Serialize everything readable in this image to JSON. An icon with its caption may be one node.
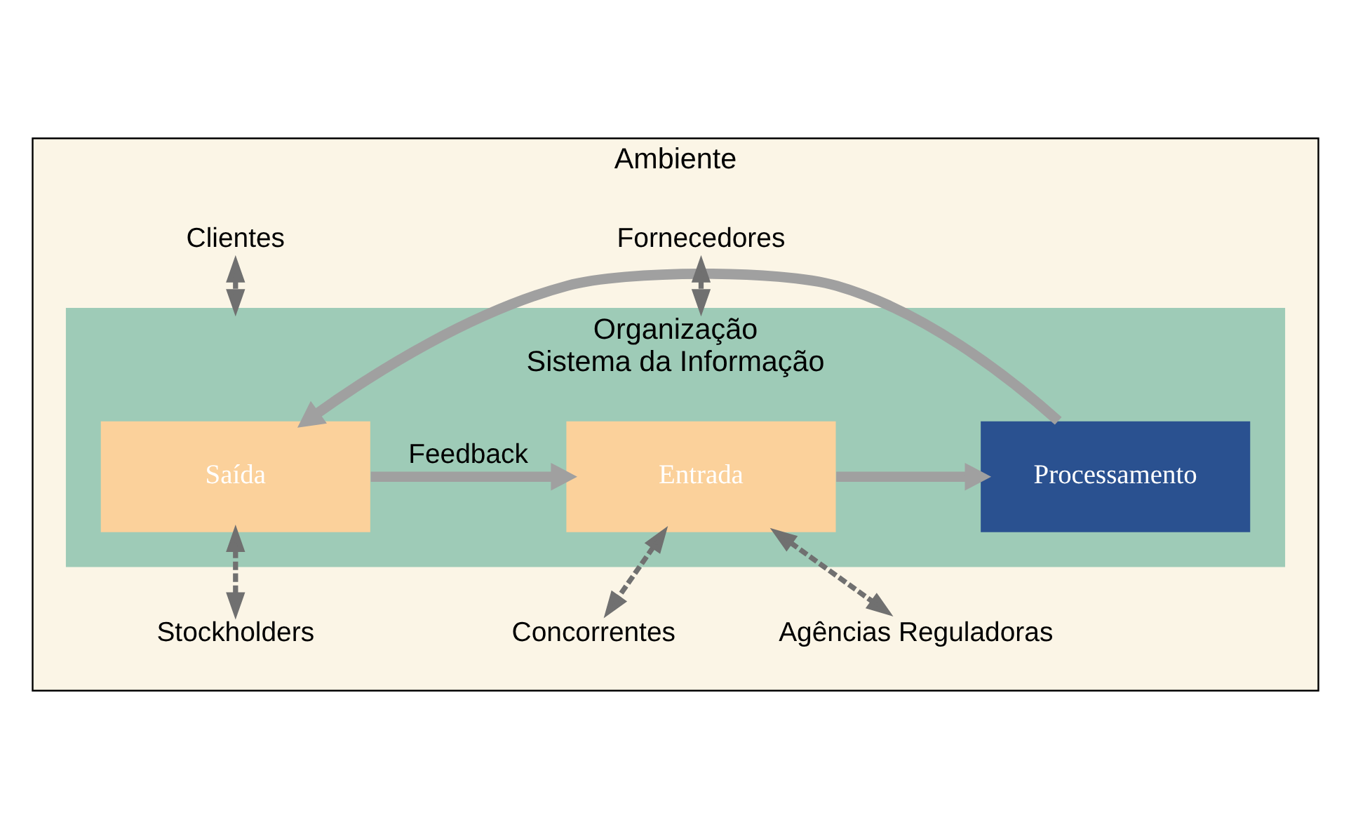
{
  "diagram": {
    "nodes": [
      {
        "text": [
          "Ambiente"
        ]
      },
      {
        "text": [
          "Organização",
          "Sistema da Informação"
        ],
        "in": 0
      },
      {
        "text": [
          "Entrada"
        ],
        "in": 1
      },
      {
        "text": [
          "Processamento"
        ],
        "in": 1
      },
      {
        "text": [
          "Saída"
        ],
        "in": 1
      },
      {
        "text": [
          "Fornecedores"
        ],
        "in": 0
      },
      {
        "text": [
          "Clientes"
        ],
        "in": 0
      },
      {
        "text": [
          "Agências Reguladoras"
        ],
        "in": 0
      },
      {
        "text": [
          "Stockholders"
        ],
        "in": 0
      },
      {
        "text": [
          "Concorrentes"
        ],
        "in": 0
      }
    ],
    "edges": [
      {
        "from": 2,
        "to": 3,
        "arrow": "to",
        "style": "thick",
        "color": "#a0a0a0"
      },
      {
        "from": 3,
        "to": 4,
        "arrow": "to",
        "style": "thick",
        "color": "#a0a0a0"
      },
      {
        "from": 4,
        "to": 2,
        "arrow": "to",
        "label": "Feedback",
        "style": "thick",
        "color": "#a0a0a0"
      },
      {
        "from": 5,
        "to": 1,
        "arrow": "both",
        "style": "dashed"
      },
      {
        "from": 6,
        "to": 1,
        "arrow": "both",
        "style": "dashed"
      },
      {
        "from": 7,
        "to": 1,
        "arrow": "both",
        "style": "dashed"
      },
      {
        "from": 8,
        "to": 1,
        "arrow": "both",
        "style": "dashed"
      },
      {
        "from": 9,
        "to": 1,
        "arrow": "both",
        "style": "dashed"
      }
    ]
  }
}
